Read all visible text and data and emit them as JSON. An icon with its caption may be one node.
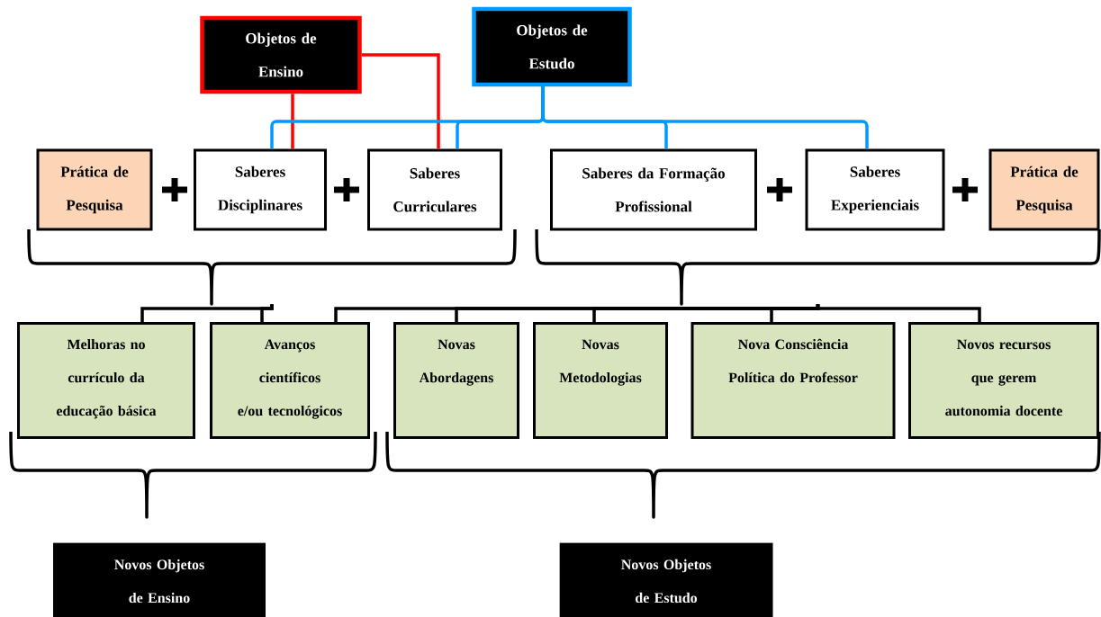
{
  "diagram": {
    "nodes": [
      {
        "text": [
          "Objetos de Ensino"
        ]
      },
      {
        "text": [
          "Objetos de Estudo"
        ]
      },
      {
        "text": [
          "Prática de Pesquisa"
        ]
      },
      {
        "text": [
          "Saberes Disciplinares"
        ]
      },
      {
        "text": [
          "Saberes Curriculares"
        ]
      },
      {
        "text": [
          "Saberes da Formação Profissional"
        ]
      },
      {
        "text": [
          "Saberes Experienciais"
        ]
      },
      {
        "text": [
          "Prática de Pesquisa"
        ]
      },
      {
        "text": [
          "Melhoras no currículo da educação básica"
        ]
      },
      {
        "text": [
          "Avanços científicos e/ou tecnológicos"
        ]
      },
      {
        "text": [
          "Novas Abordagens"
        ]
      },
      {
        "text": [
          "Novas Metodologias"
        ]
      },
      {
        "text": [
          "Nova Consciência Política do Professor"
        ]
      },
      {
        "text": [
          "Novos recursos que gerem autonomia docente"
        ]
      },
      {
        "text": [
          "Novos Objetos de Ensino"
        ]
      },
      {
        "text": [
          "Novos Objetos de Estudo"
        ]
      },
      {
        "text": [],
        "shape": "brace"
      },
      {
        "text": [],
        "shape": "brace"
      },
      {
        "text": [],
        "shape": "brace"
      },
      {
        "text": [],
        "shape": "brace"
      }
    ],
    "edges": [
      {
        "from": 0,
        "to": 3,
        "arrow": "none",
        "color": "#ff0000"
      },
      {
        "from": 0,
        "to": 4,
        "arrow": "none",
        "color": "#ff0000"
      },
      {
        "from": 1,
        "to": 3,
        "arrow": "none",
        "color": "#0099ff"
      },
      {
        "from": 1,
        "to": 4,
        "arrow": "none",
        "color": "#0099ff"
      },
      {
        "from": 1,
        "to": 5,
        "arrow": "none",
        "color": "#0099ff"
      },
      {
        "from": 1,
        "to": 6,
        "arrow": "none",
        "color": "#0099ff"
      },
      {
        "from": 16,
        "to": 8,
        "arrow": "none"
      },
      {
        "from": 16,
        "to": 9,
        "arrow": "none"
      },
      {
        "from": 17,
        "to": 9,
        "arrow": "none"
      },
      {
        "from": 17,
        "to": 10,
        "arrow": "none"
      },
      {
        "from": 17,
        "to": 11,
        "arrow": "none"
      },
      {
        "from": 17,
        "to": 12,
        "arrow": "none"
      },
      {
        "from": 17,
        "to": 13,
        "arrow": "none"
      }
    ]
  }
}
